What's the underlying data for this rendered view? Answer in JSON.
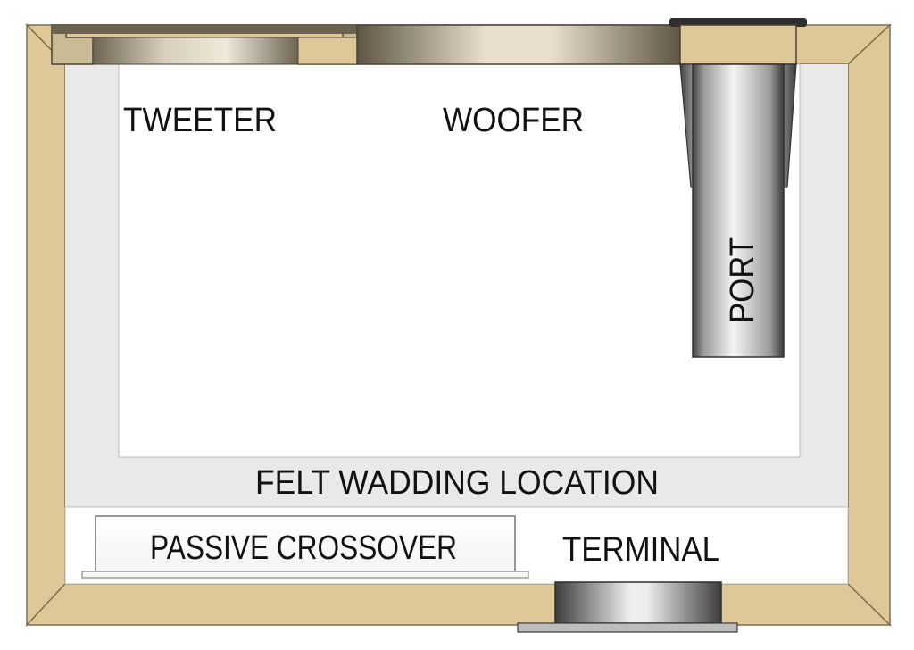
{
  "labels": {
    "tweeter": "TWEETER",
    "woofer": "WOOFER",
    "port": "PORT",
    "felt": "FELT WADDING LOCATION",
    "crossover": "PASSIVE CROSSOVER",
    "terminal": "TERMINAL"
  },
  "colors": {
    "wood": "#DFC897",
    "wood_edge": "#8A7A58",
    "felt": "#E9E9E9",
    "interior": "#FFFFFF",
    "metal_dark": "#4A4A4A",
    "metal_light": "#F2F2F2",
    "text": "#111111"
  },
  "icons": {
    "tweeter": "tweeter-driver-icon",
    "woofer": "woofer-driver-icon",
    "port": "port-tube-icon",
    "terminal": "terminal-cup-icon"
  }
}
